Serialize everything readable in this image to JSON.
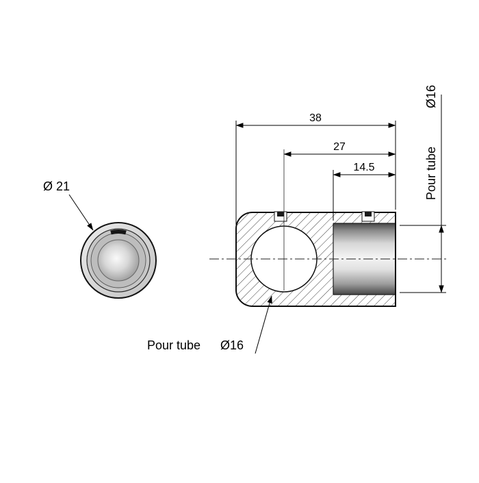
{
  "drawing": {
    "title": "tube-connector-technical-drawing",
    "background": "#ffffff",
    "labels": {
      "front_diameter": "Ø 21",
      "length_total": "38",
      "length_to_center": "27",
      "bore_depth": "14.5",
      "side_note_text": "Pour tube",
      "side_note_dia": "Ø16",
      "bottom_note_text": "Pour tube",
      "bottom_note_dia": "Ø16"
    },
    "colors": {
      "line": "#000000",
      "hatch": "#3c3c3c",
      "metal_light": "#f2f2f2",
      "metal_mid": "#c7c7c7",
      "metal_dark": "#4a4a4a"
    }
  }
}
